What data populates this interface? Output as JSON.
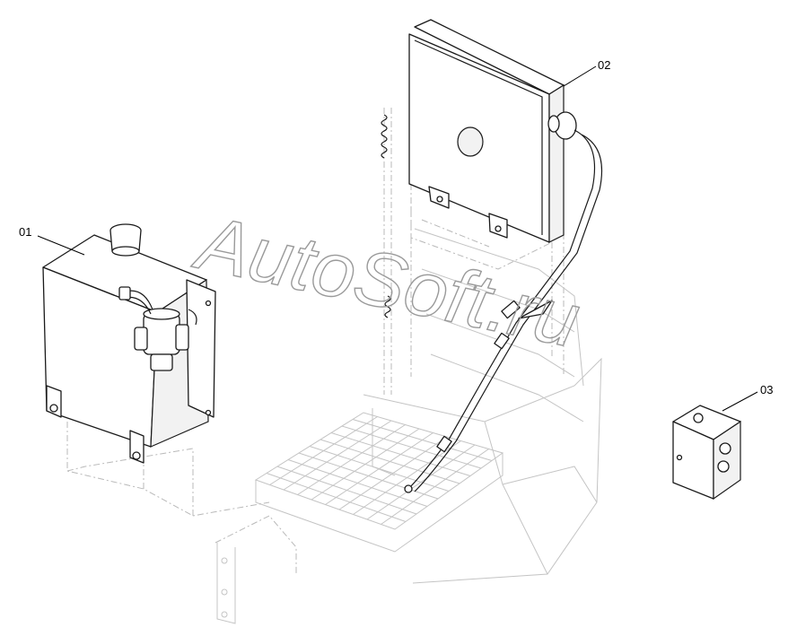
{
  "callouts": {
    "c01": "01",
    "c02": "02",
    "c03": "03"
  },
  "watermark": "AutoSoft.ru",
  "colors": {
    "ink": "#1a1a1a",
    "ghost": "#b9b9b9",
    "watermark": "#9a9a9a"
  }
}
